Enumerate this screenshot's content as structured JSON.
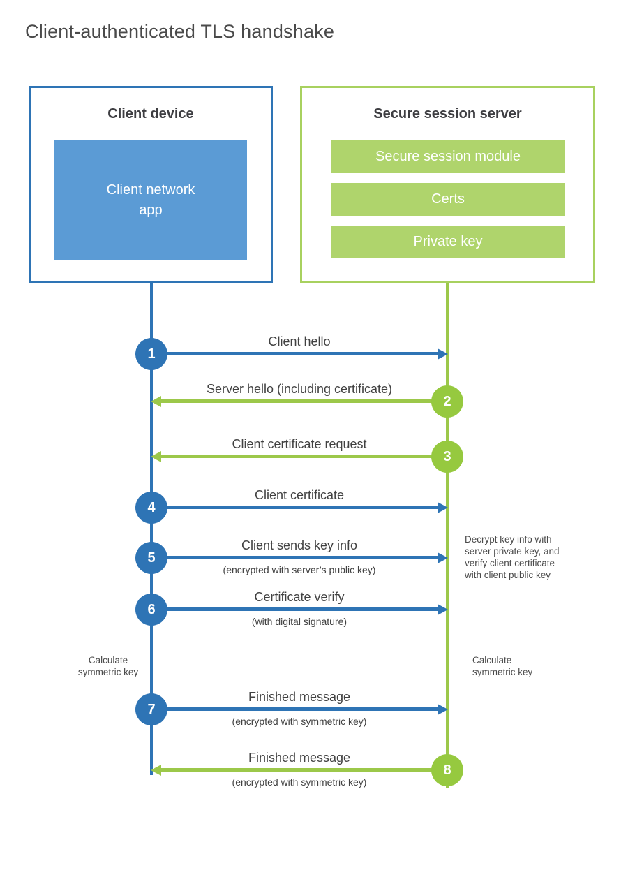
{
  "title": "Client-authenticated TLS handshake",
  "colors": {
    "blue": "#2e74b5",
    "blue_fill": "#5b9bd5",
    "green": "#9cc84a",
    "green_circle": "#96c93f",
    "green_fill": "#afd46c",
    "text_dark": "#3e3e42",
    "text": "#414141"
  },
  "client": {
    "title": "Client device",
    "app": "Client network\napp"
  },
  "server": {
    "title": "Secure session server",
    "modules": [
      "Secure session module",
      "Certs",
      "Private key"
    ]
  },
  "messages": [
    {
      "num": "1",
      "from": "client",
      "to": "server",
      "label": "Client hello",
      "sub": ""
    },
    {
      "num": "2",
      "from": "server",
      "to": "client",
      "label": "Server hello (including certificate)",
      "sub": ""
    },
    {
      "num": "3",
      "from": "server",
      "to": "client",
      "label": "Client certificate request",
      "sub": ""
    },
    {
      "num": "4",
      "from": "client",
      "to": "server",
      "label": "Client certificate",
      "sub": ""
    },
    {
      "num": "5",
      "from": "client",
      "to": "server",
      "label": "Client sends key info",
      "sub": "(encrypted with server’s public key)"
    },
    {
      "num": "6",
      "from": "client",
      "to": "server",
      "label": "Certificate verify",
      "sub": "(with digital signature)"
    },
    {
      "num": "7",
      "from": "client",
      "to": "server",
      "label": "Finished message",
      "sub": "(encrypted with symmetric key)"
    },
    {
      "num": "8",
      "from": "server",
      "to": "client",
      "label": "Finished message",
      "sub": "(encrypted with symmetric key)"
    }
  ],
  "annotations": {
    "decrypt_note": "Decrypt key info with\nserver private key, and\nverify client certificate\nwith client public key",
    "calc_left": "Calculate\nsymmetric key",
    "calc_right": "Calculate\nsymmetric key"
  }
}
